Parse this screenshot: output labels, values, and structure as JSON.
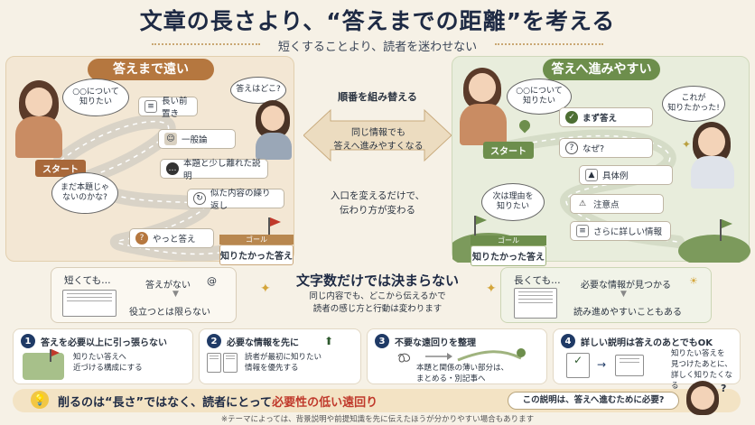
{
  "header": {
    "title": "文章の長さより、“答えまでの距離”を考える",
    "subtitle": "短くすることより、読者を迷わせない"
  },
  "left_panel": {
    "label": "答えまで遠い",
    "bubble_reader": "○○について\n知りたい",
    "bubble_answer": "答えはどこ?",
    "bubble_doubt": "まだ本題じゃ\nないのかな?",
    "start": "スタート",
    "steps": [
      "長い前置き",
      "一般論",
      "本題と少し離れた説明",
      "似た内容の繰り返し",
      "やっと答え"
    ],
    "goal_label": "ゴール",
    "goal": "知りたかった答え"
  },
  "center": {
    "top": "順番を組み替える",
    "arrow": "同じ情報でも\n答えへ進みやすくなる",
    "bottom": "入口を変えるだけで、\n伝わり方が変わる"
  },
  "right_panel": {
    "label": "答えへ進みやすい",
    "bubble_reader": "○○について\n知りたい",
    "bubble_found": "これが\n知りたかった!",
    "bubble_reason": "次は理由を\n知りたい",
    "start": "スタート",
    "steps": [
      "まず答え",
      "なぜ?",
      "具体例",
      "注意点",
      "さらに詳しい情報"
    ],
    "goal_label": "ゴール",
    "goal": "知りたかった答え"
  },
  "middle_row": {
    "short": {
      "label": "短くても…",
      "text1": "答えがない",
      "text2": "役立つとは限らない"
    },
    "center_title": "文字数だけでは決まらない",
    "center_text": "同じ内容でも、どこから伝えるかで\n読者の感じ方と行動は変わります",
    "long": {
      "label": "長くても…",
      "text1": "必要な情報が見つかる",
      "text2": "読み進めやすいこともある"
    }
  },
  "tips": [
    {
      "num": "1",
      "title": "答えを必要以上に引っ張らない",
      "text": "知りたい答えへ\n近づける構成にする"
    },
    {
      "num": "2",
      "title": "必要な情報を先に",
      "text": "読者が最初に知りたい\n情報を優先する"
    },
    {
      "num": "3",
      "title": "不要な遠回りを整理",
      "text": "本題と関係の薄い部分は、\nまとめる・別記事へ"
    },
    {
      "num": "4",
      "title": "詳しい説明は答えのあとでもOK",
      "text": "知りたい答えを\n見つけたあとに、\n詳しく知りたくなる"
    }
  ],
  "bottom": {
    "pre": "削るのは“長さ”ではなく、読者にとって",
    "highlight": "必要性の低い遠回り",
    "question": "この説明は、答えへ進むために必要?",
    "note": "※テーマによっては、背景説明や前提知識を先に伝えたほうが分かりやすい場合もあります"
  },
  "colors": {
    "navy": "#1e2a44",
    "brown": "#a8683a",
    "green": "#6d8e4c",
    "red": "#c0392b"
  }
}
